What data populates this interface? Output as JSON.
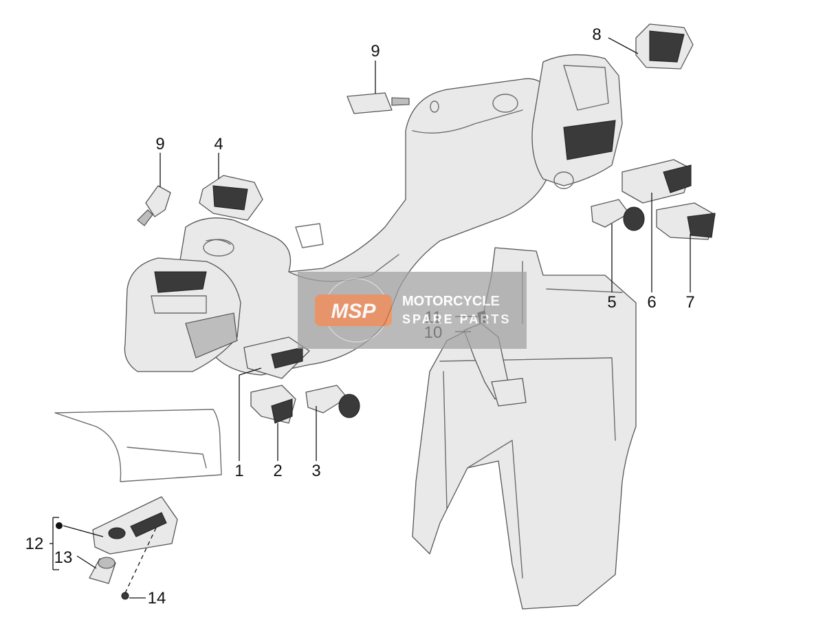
{
  "callouts": [
    "1",
    "2",
    "3",
    "4",
    "5",
    "6",
    "7",
    "8",
    "9",
    "9",
    "10",
    "11",
    "12",
    "13",
    "14"
  ],
  "watermark": {
    "logo": "MSP",
    "line1": "MOTORCYCLE",
    "line2": "SPARE PARTS",
    "accent_color": "#e8743b",
    "band_color": "#a0a0a0"
  }
}
